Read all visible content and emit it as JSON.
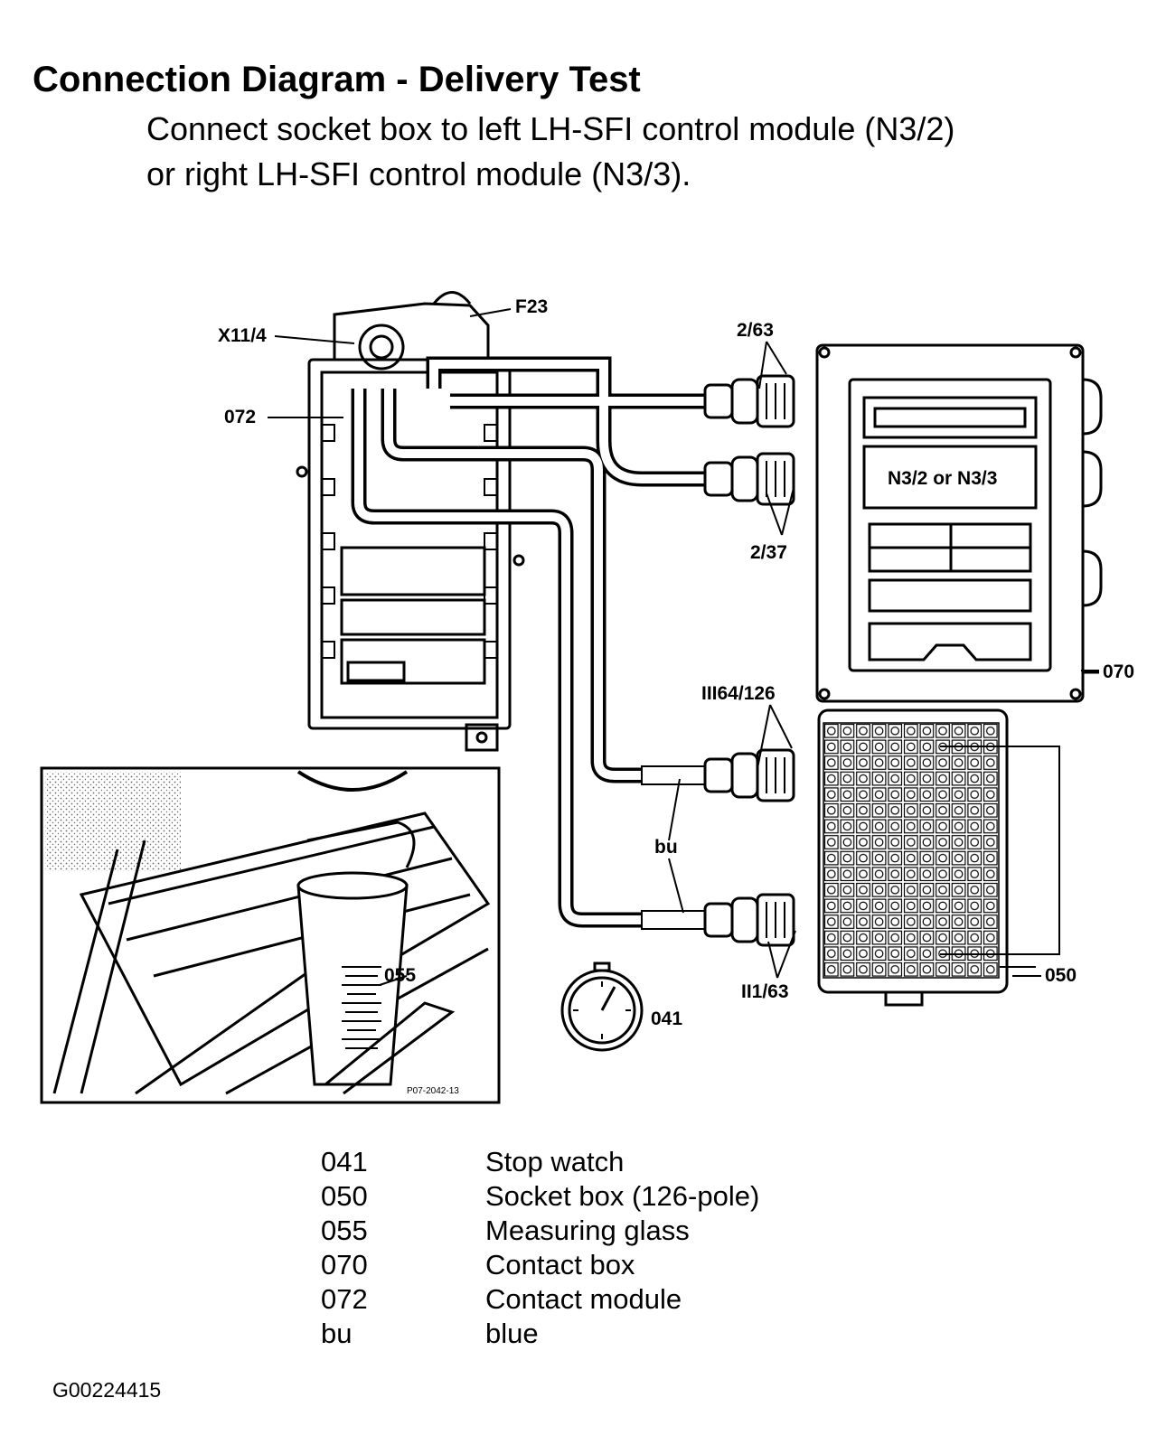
{
  "title": "Connection Diagram - Delivery Test",
  "instruction": "Connect socket box to left LH-SFI control module (N3/2) or right LH-SFI control module (N3/3).",
  "callouts": {
    "x11_4": "X11/4",
    "f23": "F23",
    "c072": "072",
    "c2_63": "2/63",
    "c2_37": "2/37",
    "n3": "N3/2 or N3/3",
    "c070": "070",
    "c3_64_126": "III64/126",
    "bu": "bu",
    "c2_1_63": "II1/63",
    "c050": "050",
    "c041": "041",
    "c055": "055",
    "photo_ref": "P07-2042-13"
  },
  "legend": [
    {
      "code": "041",
      "desc": "Stop watch"
    },
    {
      "code": "050",
      "desc": "Socket box (126-pole)"
    },
    {
      "code": "055",
      "desc": "Measuring glass"
    },
    {
      "code": "070",
      "desc": "Contact box"
    },
    {
      "code": "072",
      "desc": "Contact module"
    },
    {
      "code": "bu",
      "desc": "blue"
    }
  ],
  "figure_id": "G00224415"
}
